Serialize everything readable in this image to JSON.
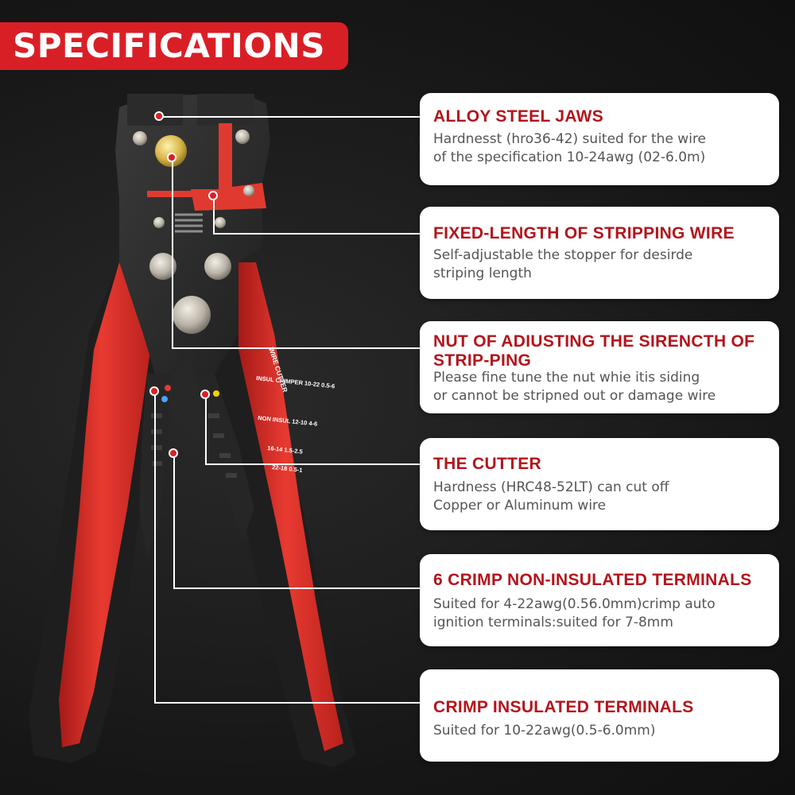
{
  "banner": {
    "title": "SPECIFICATIONS"
  },
  "tool_labels": [
    "WIRE CUTTER",
    "INSUL CRIMPER 10-22 0.5-6",
    "NON INSUL 12-10 4-6",
    "16-14 1.5-2.5",
    "22-18 0.5-1"
  ],
  "specs": [
    {
      "title": "ALLOY STEEL JAWS",
      "lines": [
        "Hardnesst (hro36-42) suited for the wire",
        "of the specification 10-24awg (02-6.0m)"
      ]
    },
    {
      "title": "FIXED-LENGTH OF STRIPPING WIRE",
      "lines": [
        "Self-adjustable the stopper for desirde",
        "striping length"
      ]
    },
    {
      "title": "NUT OF ADIUSTING THE SIRENCTH OF STRIP-PING",
      "lines": [
        "Please fine tune the nut whie itis siding",
        "or cannot be stripned out or damage wire"
      ]
    },
    {
      "title": "THE CUTTER",
      "lines": [
        "Hardness (HRC48-52LT) can cut off",
        "Copper or Aluminum wire"
      ]
    },
    {
      "title": "6 CRIMP NON-INSULATED TERMINALS",
      "lines": [
        "Suited for 4-22awg(0.56.0mm)crimp auto",
        "ignition terminals:suited for 7-8mm"
      ]
    },
    {
      "title": "CRIMP INSULATED TERMINALS",
      "lines": [
        "Suited for 10-22awg(0.5-6.0mm)"
      ]
    }
  ],
  "colors": {
    "accent": "#d91f26",
    "title_red": "#b3151c",
    "handle_red": "#e0322d",
    "handle_black": "#1e1e1e",
    "card_bg": "#ffffff"
  }
}
